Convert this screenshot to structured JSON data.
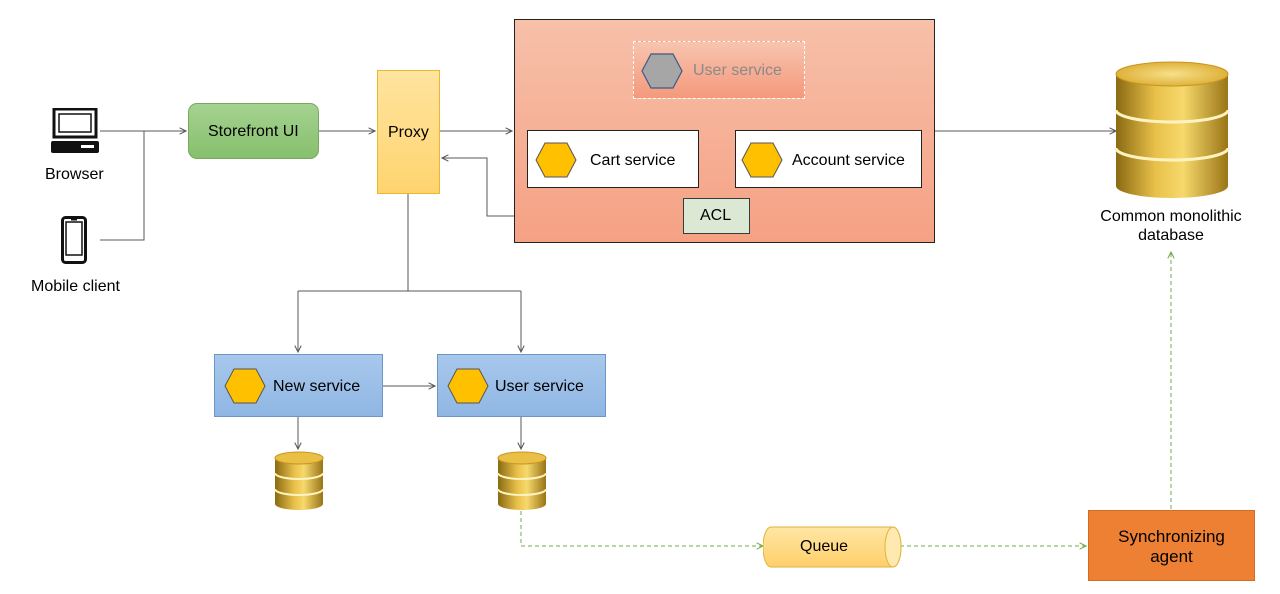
{
  "clients": {
    "browser_label": "Browser",
    "mobile_label": "Mobile client"
  },
  "storefront": {
    "label": "Storefront UI"
  },
  "proxy": {
    "label": "Proxy"
  },
  "monolith": {
    "ghost_service_label": "User service",
    "cart_label": "Cart service",
    "account_label": "Account service",
    "acl_label": "ACL"
  },
  "database": {
    "label_line1": "Common monolithic",
    "label_line2": "database"
  },
  "microservices": {
    "new_service_label": "New service",
    "user_service_label": "User service"
  },
  "queue": {
    "label": "Queue"
  },
  "sync_agent": {
    "label_line1": "Synchronizing",
    "label_line2": "agent"
  },
  "icons": {
    "browser": "desktop-computer-icon",
    "mobile": "smartphone-icon",
    "service": "hexagon-icon",
    "database": "database-cylinder-icon"
  },
  "colors": {
    "service_hex": "#ffc000",
    "ghost_hex": "#a6a6a6",
    "sync_agent": "#ee8033",
    "async_flow": "#70ad47",
    "connector": "#595959"
  }
}
